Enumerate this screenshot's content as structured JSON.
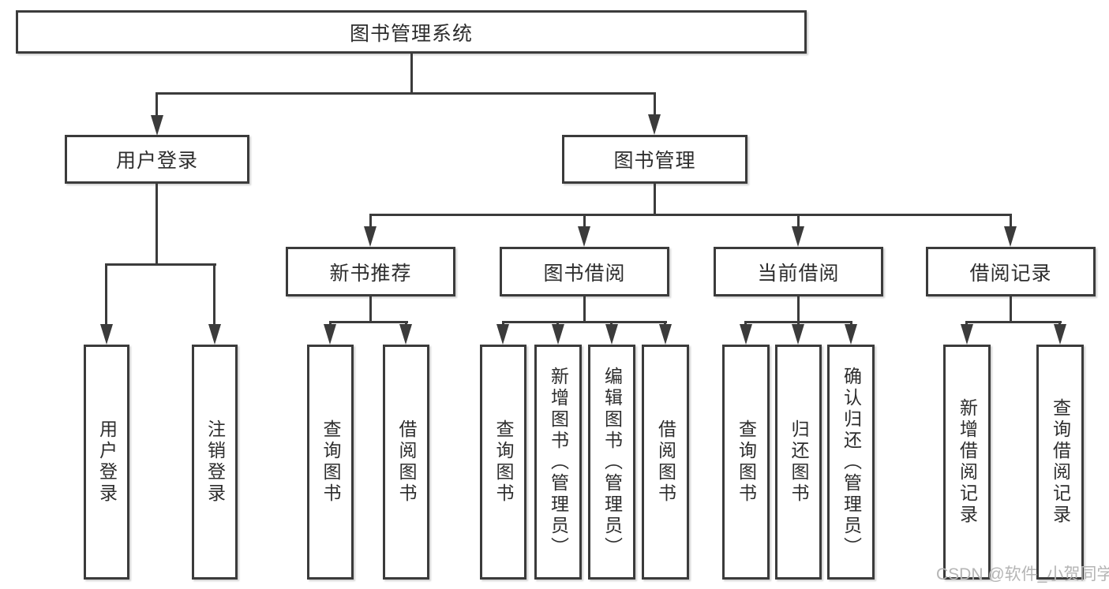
{
  "tree": {
    "root": {
      "label": "图书管理系统",
      "children": [
        {
          "label": "用户登录",
          "children": [
            {
              "label": "用户登录"
            },
            {
              "label": "注销登录"
            }
          ]
        },
        {
          "label": "图书管理",
          "children": [
            {
              "label": "新书推荐",
              "children": [
                {
                  "label": "查询图书"
                },
                {
                  "label": "借阅图书"
                }
              ]
            },
            {
              "label": "图书借阅",
              "children": [
                {
                  "label": "查询图书"
                },
                {
                  "label": "新增图书（管理员）"
                },
                {
                  "label": "编辑图书（管理员）"
                },
                {
                  "label": "借阅图书"
                }
              ]
            },
            {
              "label": "当前借阅",
              "children": [
                {
                  "label": "查询图书"
                },
                {
                  "label": "归还图书"
                },
                {
                  "label": "确认归还（管理员）"
                }
              ]
            },
            {
              "label": "借阅记录",
              "children": [
                {
                  "label": "新增借阅记录"
                },
                {
                  "label": "查询借阅记录"
                }
              ]
            }
          ]
        }
      ]
    }
  },
  "watermark": {
    "text": "CSDN @软件_小贺同学"
  },
  "colors": {
    "background": "#ffffff",
    "line": "#3b3b3b",
    "text": "#2d2d2d",
    "watermark": "#b5b5b5"
  }
}
